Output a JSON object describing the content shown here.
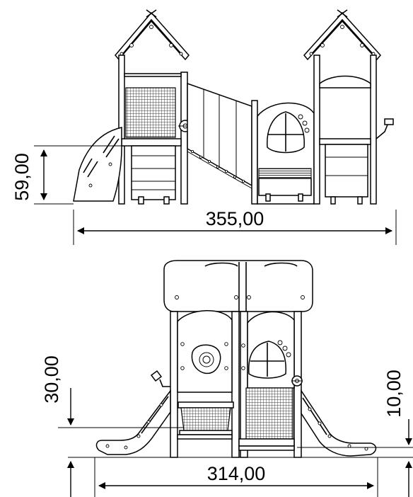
{
  "dimensions": {
    "top_view_width": "355,00",
    "top_view_height": "59,00",
    "front_view_width": "314,00",
    "front_view_left_height": "30,00",
    "front_view_right_height": "10,00"
  },
  "colors": {
    "line": "#000000",
    "background": "#ffffff"
  }
}
